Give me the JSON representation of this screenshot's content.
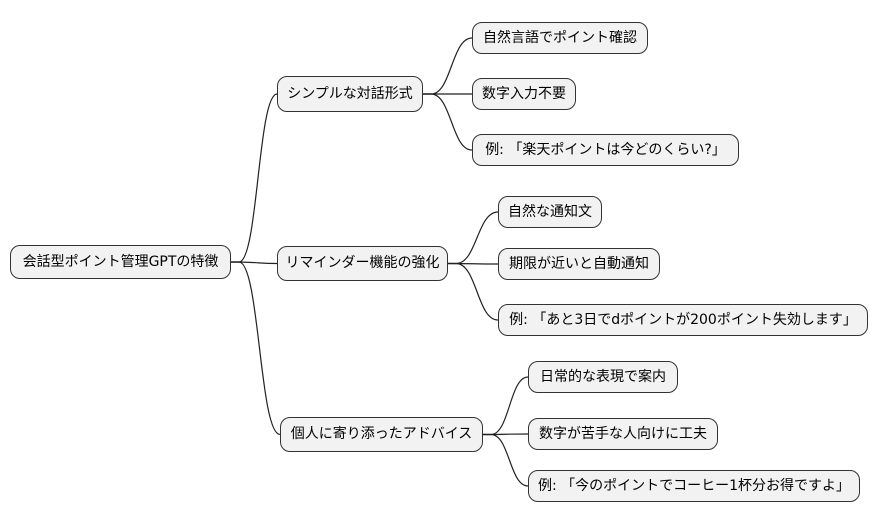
{
  "mindmap": {
    "root": {
      "label": "会話型ポイント管理GPTの特徴"
    },
    "branches": [
      {
        "label": "シンプルな対話形式",
        "children": [
          {
            "label": "自然言語でポイント確認"
          },
          {
            "label": "数字入力不要"
          },
          {
            "label": "例: 「楽天ポイントは今どのくらい?」"
          }
        ]
      },
      {
        "label": "リマインダー機能の強化",
        "children": [
          {
            "label": "自然な通知文"
          },
          {
            "label": "期限が近いと自動通知"
          },
          {
            "label": "例: 「あと3日でdポイントが200ポイント失効します」"
          }
        ]
      },
      {
        "label": "個人に寄り添ったアドバイス",
        "children": [
          {
            "label": "日常的な表現で案内"
          },
          {
            "label": "数字が苦手な人向けに工夫"
          },
          {
            "label": "例: 「今のポイントでコーヒー1杯分お得ですよ」"
          }
        ]
      }
    ]
  },
  "colors": {
    "background": "#ffffff",
    "node_fill": "#f2f2f2",
    "node_border": "#333333",
    "connector": "#222222",
    "text": "#000000"
  }
}
